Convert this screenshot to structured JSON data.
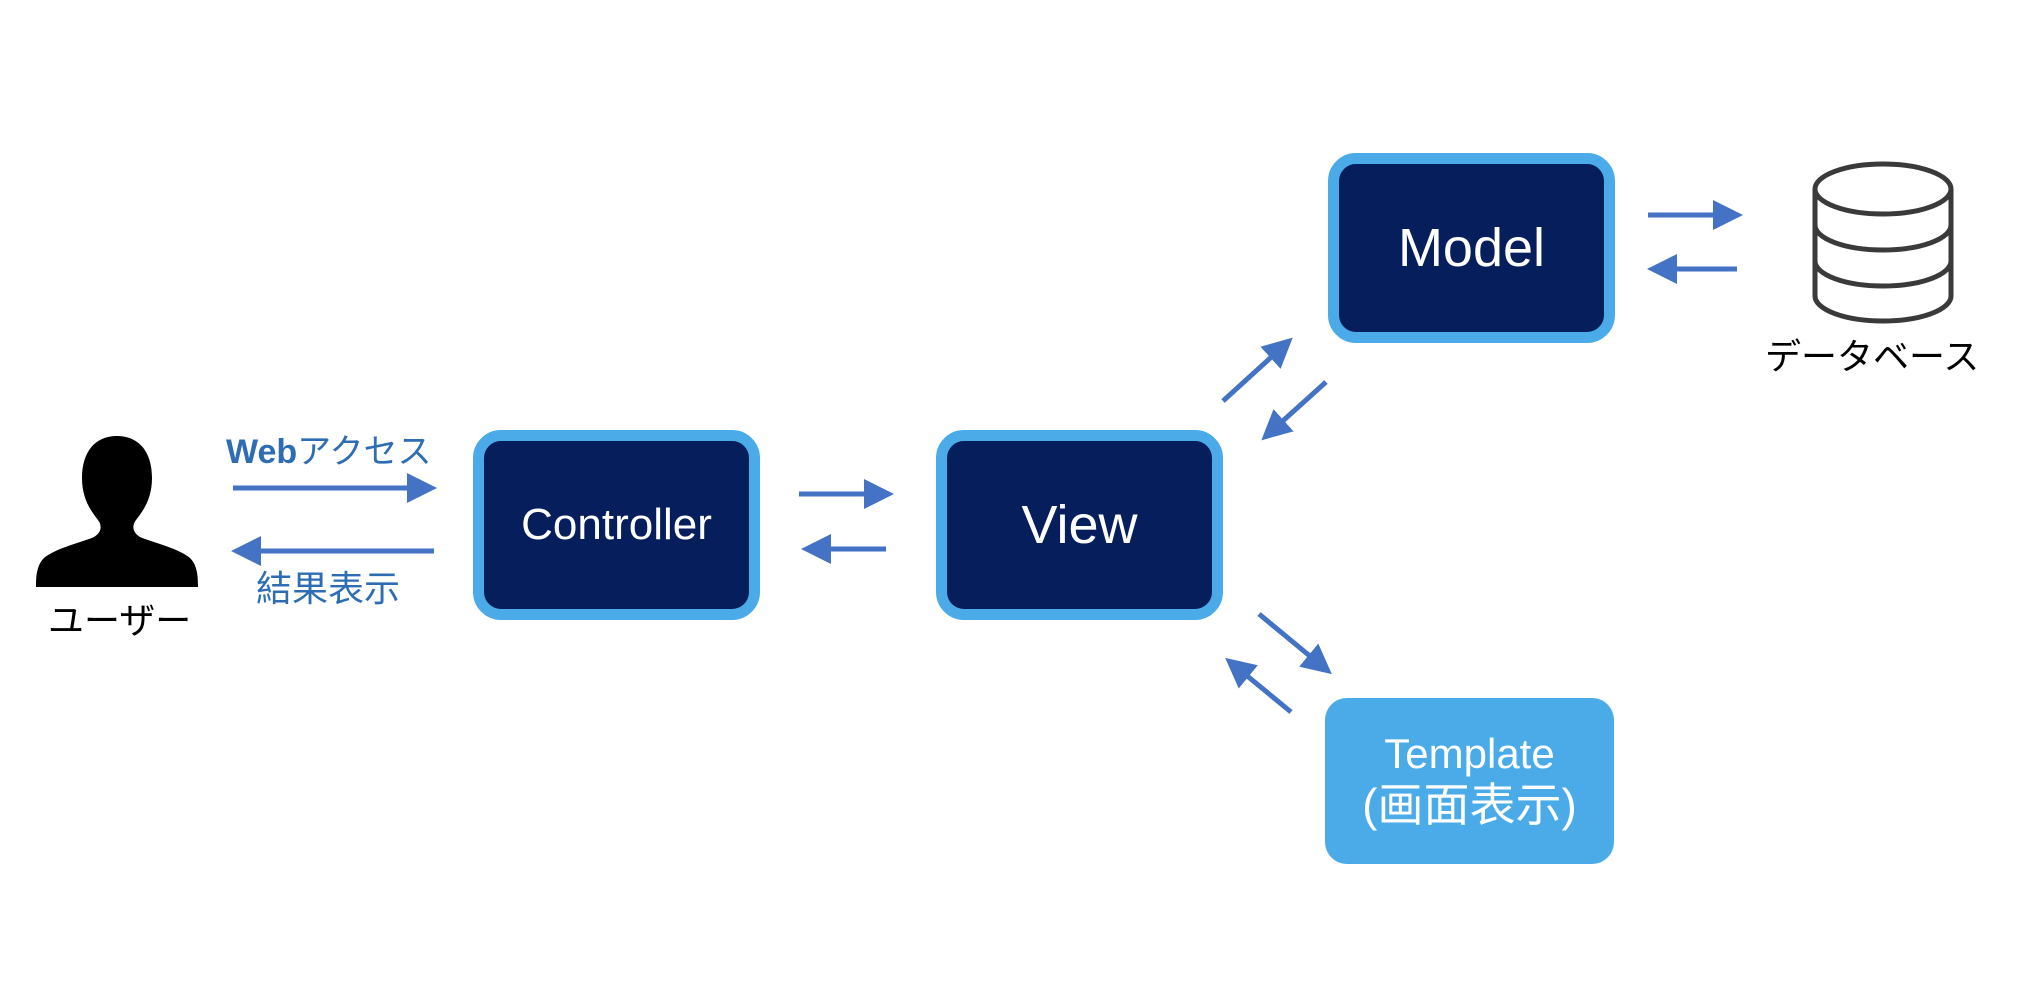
{
  "colors": {
    "node_fill": "#061f5c",
    "node_border": "#4aabe8",
    "template_fill": "#4aabe8",
    "arrow": "#4472c4",
    "edge_label": "#2e6db4",
    "icon": "#000000",
    "database_stroke": "#3a3a3a"
  },
  "actors": {
    "user": {
      "label": "ユーザー",
      "icon": "user-icon"
    },
    "database": {
      "label": "データベース",
      "icon": "database-icon"
    }
  },
  "nodes": {
    "controller": {
      "label": "Controller"
    },
    "view": {
      "label": "View"
    },
    "model": {
      "label": "Model"
    },
    "template": {
      "label_line1": "Template",
      "label_line2": "(画面表示)"
    }
  },
  "edge_labels": {
    "request_web_part": "Web",
    "request_rest": "アクセス",
    "response": "結果表示"
  },
  "edges": [
    {
      "from": "user",
      "to": "controller"
    },
    {
      "from": "controller",
      "to": "user"
    },
    {
      "from": "controller",
      "to": "view"
    },
    {
      "from": "view",
      "to": "controller"
    },
    {
      "from": "view",
      "to": "model"
    },
    {
      "from": "model",
      "to": "view"
    },
    {
      "from": "model",
      "to": "database"
    },
    {
      "from": "database",
      "to": "model"
    },
    {
      "from": "view",
      "to": "template"
    },
    {
      "from": "template",
      "to": "view"
    }
  ]
}
